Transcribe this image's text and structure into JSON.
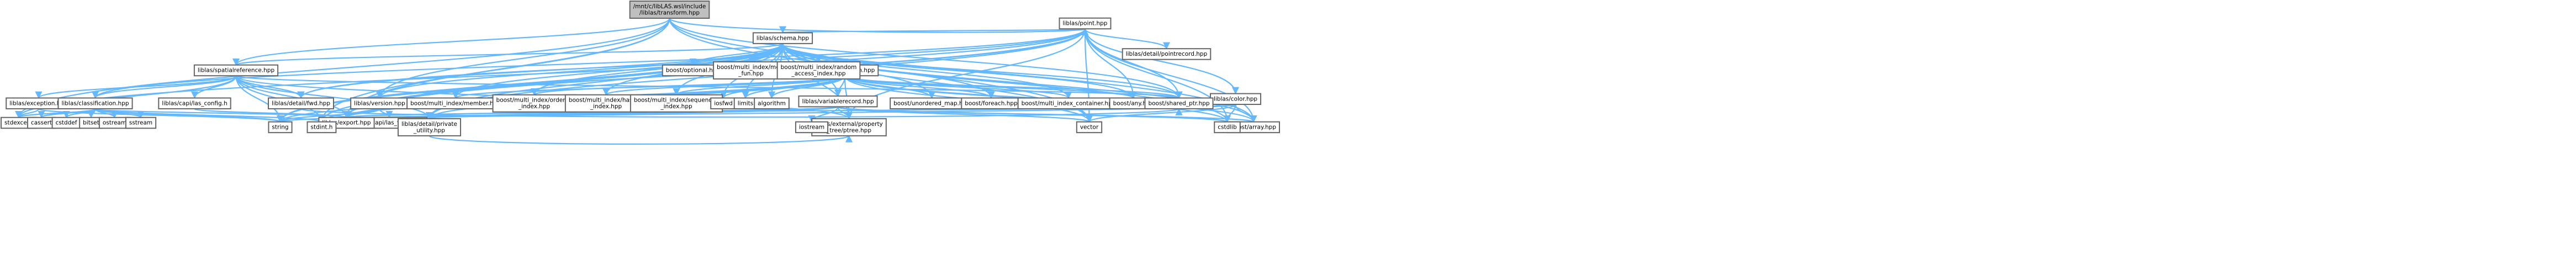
{
  "colors": {
    "root_fill": "#bfbfbf",
    "node_fill": "#ffffff",
    "border": "#666666",
    "edge": "#63b8ff",
    "text": "#000000"
  },
  "nodes": [
    {
      "id": "transform",
      "lines": [
        "/mnt/c/libLAS.wsl/include",
        "/liblas/transform.hpp"
      ],
      "root": true
    },
    {
      "id": "point",
      "lines": [
        "liblas/point.hpp"
      ]
    },
    {
      "id": "schema",
      "lines": [
        "liblas/schema.hpp"
      ]
    },
    {
      "id": "spatialref",
      "lines": [
        "liblas/spatialreference.hpp"
      ]
    },
    {
      "id": "dimension",
      "lines": [
        "liblas/dimension.hpp"
      ]
    },
    {
      "id": "detail_pointrecord",
      "lines": [
        "liblas/detail/pointrecord.hpp"
      ]
    },
    {
      "id": "color",
      "lines": [
        "liblas/color.hpp"
      ]
    },
    {
      "id": "variablerecord",
      "lines": [
        "liblas/variablerecord.hpp"
      ]
    },
    {
      "id": "version",
      "lines": [
        "liblas/version.hpp"
      ]
    },
    {
      "id": "exception",
      "lines": [
        "liblas/exception.hpp"
      ]
    },
    {
      "id": "classification",
      "lines": [
        "liblas/classification.hpp"
      ]
    },
    {
      "id": "capi_config",
      "lines": [
        "liblas/capi/las_config.h"
      ]
    },
    {
      "id": "capi_version",
      "lines": [
        "liblas/capi/las_version.h"
      ]
    },
    {
      "id": "detail_fwd",
      "lines": [
        "liblas/detail/fwd.hpp"
      ]
    },
    {
      "id": "detail_private",
      "lines": [
        "liblas/detail/private",
        "_utility.hpp"
      ]
    },
    {
      "id": "export",
      "lines": [
        "liblas/export.hpp"
      ]
    },
    {
      "id": "ext_property",
      "lines": [
        "liblas/external/property",
        "_tree/ptree.hpp"
      ]
    },
    {
      "id": "boost_optional",
      "lines": [
        "boost/optional.hpp"
      ]
    },
    {
      "id": "boost_mi_mem_fun",
      "lines": [
        "boost/multi_index/mem",
        "_fun.hpp"
      ]
    },
    {
      "id": "boost_mi_random",
      "lines": [
        "boost/multi_index/random",
        "_access_index.hpp"
      ]
    },
    {
      "id": "boost_mi_member",
      "lines": [
        "boost/multi_index/member.hpp"
      ]
    },
    {
      "id": "boost_mi_ordered",
      "lines": [
        "boost/multi_index/ordered",
        "_index.hpp"
      ]
    },
    {
      "id": "boost_mi_hashed",
      "lines": [
        "boost/multi_index/hashed",
        "_index.hpp"
      ]
    },
    {
      "id": "boost_mi_sequenced",
      "lines": [
        "boost/multi_index/sequenced",
        "_index.hpp"
      ]
    },
    {
      "id": "iosfwd",
      "lines": [
        "iosfwd"
      ]
    },
    {
      "id": "limits",
      "lines": [
        "limits"
      ]
    },
    {
      "id": "algorithm",
      "lines": [
        "algorithm"
      ]
    },
    {
      "id": "boost_unordered",
      "lines": [
        "boost/unordered_map.hpp"
      ]
    },
    {
      "id": "boost_foreach",
      "lines": [
        "boost/foreach.hpp"
      ]
    },
    {
      "id": "boost_mi_container",
      "lines": [
        "boost/multi_index_container.hpp"
      ]
    },
    {
      "id": "boost_any",
      "lines": [
        "boost/any.hpp"
      ]
    },
    {
      "id": "boost_shared_ptr",
      "lines": [
        "boost/shared_ptr.hpp"
      ]
    },
    {
      "id": "boost_array",
      "lines": [
        "boost/array.hpp"
      ]
    },
    {
      "id": "cstdlib",
      "lines": [
        "cstdlib"
      ]
    },
    {
      "id": "vector",
      "lines": [
        "vector"
      ]
    },
    {
      "id": "string",
      "lines": [
        "string"
      ]
    },
    {
      "id": "stdint",
      "lines": [
        "stdint.h"
      ]
    },
    {
      "id": "iostream",
      "lines": [
        "iostream"
      ]
    },
    {
      "id": "stdexcept",
      "lines": [
        "stdexcept"
      ]
    },
    {
      "id": "cassert",
      "lines": [
        "cassert"
      ]
    },
    {
      "id": "cstddef",
      "lines": [
        "cstddef"
      ]
    },
    {
      "id": "bitset",
      "lines": [
        "bitset"
      ]
    },
    {
      "id": "ostream",
      "lines": [
        "ostream"
      ]
    },
    {
      "id": "sstream",
      "lines": [
        "sstream"
      ]
    }
  ],
  "edges": [
    [
      "transform",
      "point"
    ],
    [
      "transform",
      "spatialref"
    ],
    [
      "transform",
      "version"
    ],
    [
      "transform",
      "export"
    ],
    [
      "transform",
      "stdint"
    ],
    [
      "transform",
      "boost_shared_ptr"
    ],
    [
      "transform",
      "boost_array"
    ],
    [
      "transform",
      "vector"
    ],
    [
      "transform",
      "stdexcept"
    ],
    [
      "point",
      "schema"
    ],
    [
      "point",
      "detail_pointrecord"
    ],
    [
      "point",
      "color"
    ],
    [
      "point",
      "classification"
    ],
    [
      "point",
      "boost_any"
    ],
    [
      "point",
      "boost_shared_ptr"
    ],
    [
      "point",
      "boost_array"
    ],
    [
      "point",
      "cstdlib"
    ],
    [
      "point",
      "vector"
    ],
    [
      "point",
      "detail_fwd"
    ],
    [
      "point",
      "export"
    ],
    [
      "point",
      "string"
    ],
    [
      "point",
      "stdexcept"
    ],
    [
      "point",
      "ext_property"
    ],
    [
      "point",
      "detail_private"
    ],
    [
      "schema",
      "dimension"
    ],
    [
      "schema",
      "variablerecord"
    ],
    [
      "schema",
      "spatialref"
    ],
    [
      "schema",
      "version"
    ],
    [
      "schema",
      "export"
    ],
    [
      "schema",
      "ext_property"
    ],
    [
      "schema",
      "detail_private"
    ],
    [
      "schema",
      "detail_fwd"
    ],
    [
      "schema",
      "boost_optional"
    ],
    [
      "schema",
      "boost_mi_mem_fun"
    ],
    [
      "schema",
      "boost_mi_random"
    ],
    [
      "schema",
      "boost_mi_member"
    ],
    [
      "schema",
      "boost_mi_ordered"
    ],
    [
      "schema",
      "boost_mi_hashed"
    ],
    [
      "schema",
      "boost_mi_sequenced"
    ],
    [
      "schema",
      "iosfwd"
    ],
    [
      "schema",
      "limits"
    ],
    [
      "schema",
      "algorithm"
    ],
    [
      "schema",
      "boost_unordered"
    ],
    [
      "schema",
      "boost_foreach"
    ],
    [
      "schema",
      "boost_mi_container"
    ],
    [
      "schema",
      "boost_any"
    ],
    [
      "schema",
      "boost_shared_ptr"
    ],
    [
      "schema",
      "boost_array"
    ],
    [
      "schema",
      "cstdlib"
    ],
    [
      "schema",
      "vector"
    ],
    [
      "schema",
      "string"
    ],
    [
      "schema",
      "stdint"
    ],
    [
      "dimension",
      "variablerecord"
    ],
    [
      "dimension",
      "export"
    ],
    [
      "dimension",
      "ext_property"
    ],
    [
      "dimension",
      "detail_private"
    ],
    [
      "dimension",
      "boost_mi_member"
    ],
    [
      "dimension",
      "boost_mi_ordered"
    ],
    [
      "dimension",
      "boost_mi_hashed"
    ],
    [
      "dimension",
      "boost_mi_sequenced"
    ],
    [
      "dimension",
      "iosfwd"
    ],
    [
      "dimension",
      "limits"
    ],
    [
      "dimension",
      "algorithm"
    ],
    [
      "dimension",
      "boost_unordered"
    ],
    [
      "dimension",
      "boost_foreach"
    ],
    [
      "dimension",
      "boost_mi_container"
    ],
    [
      "dimension",
      "boost_any"
    ],
    [
      "dimension",
      "boost_shared_ptr"
    ],
    [
      "dimension",
      "boost_array"
    ],
    [
      "dimension",
      "cstdlib"
    ],
    [
      "dimension",
      "vector"
    ],
    [
      "dimension",
      "string"
    ],
    [
      "dimension",
      "stdint"
    ],
    [
      "variablerecord",
      "export"
    ],
    [
      "variablerecord",
      "ext_property"
    ],
    [
      "variablerecord",
      "detail_private"
    ],
    [
      "variablerecord",
      "iostream"
    ],
    [
      "variablerecord",
      "boost_array"
    ],
    [
      "variablerecord",
      "vector"
    ],
    [
      "variablerecord",
      "string"
    ],
    [
      "variablerecord",
      "stdint"
    ],
    [
      "variablerecord",
      "cstdlib"
    ],
    [
      "spatialref",
      "exception"
    ],
    [
      "spatialref",
      "classification"
    ],
    [
      "spatialref",
      "capi_config"
    ],
    [
      "spatialref",
      "detail_fwd"
    ],
    [
      "spatialref",
      "detail_private"
    ],
    [
      "spatialref",
      "export"
    ],
    [
      "spatialref",
      "ext_property"
    ],
    [
      "spatialref",
      "boost_shared_ptr"
    ],
    [
      "spatialref",
      "string"
    ],
    [
      "spatialref",
      "stdint"
    ],
    [
      "spatialref",
      "stdexcept"
    ],
    [
      "version",
      "capi_version"
    ],
    [
      "version",
      "export"
    ],
    [
      "version",
      "string"
    ],
    [
      "color",
      "export"
    ],
    [
      "color",
      "boost_array"
    ],
    [
      "color",
      "cstdlib"
    ],
    [
      "color",
      "stdint"
    ],
    [
      "color",
      "vector"
    ],
    [
      "exception",
      "stdexcept"
    ],
    [
      "exception",
      "string"
    ],
    [
      "classification",
      "export"
    ],
    [
      "classification",
      "cassert"
    ],
    [
      "classification",
      "cstddef"
    ],
    [
      "classification",
      "bitset"
    ],
    [
      "classification",
      "ostream"
    ],
    [
      "classification",
      "sstream"
    ],
    [
      "classification",
      "string"
    ],
    [
      "classification",
      "stdint"
    ],
    [
      "classification",
      "stdexcept"
    ],
    [
      "capi_config",
      "export"
    ],
    [
      "detail_fwd",
      "boost_shared_ptr"
    ],
    [
      "detail_private",
      "ext_property"
    ]
  ]
}
